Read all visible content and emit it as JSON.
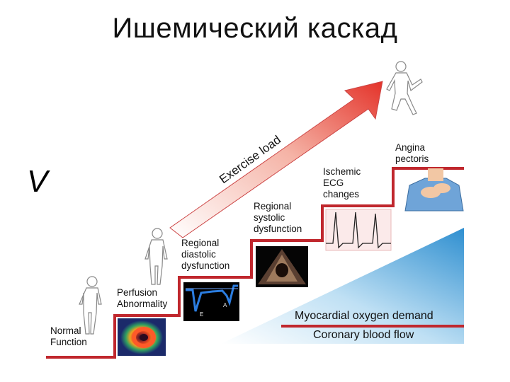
{
  "title": "Ишемический каскад",
  "side_mark": "V",
  "arrow_label": "Exercise load",
  "stages": {
    "normal": [
      "Normal",
      "Function"
    ],
    "perfusion": [
      "Perfusion",
      "Abnormality"
    ],
    "diastolic": [
      "Regional",
      "diastolic",
      "dysfunction"
    ],
    "systolic": [
      "Regional",
      "systolic",
      "dysfunction"
    ],
    "ecg": [
      "Ischemic",
      "ECG",
      "changes"
    ],
    "angina": [
      "Angina",
      "pectoris"
    ]
  },
  "doppler_labels": {
    "e": "E",
    "a": "A"
  },
  "legend": {
    "demand": "Myocardial oxygen demand",
    "flow": "Coronary blood flow"
  },
  "colors": {
    "step_line": "#c0272d",
    "arrow": "#e4332a",
    "wedge": "#3d9bd6"
  }
}
